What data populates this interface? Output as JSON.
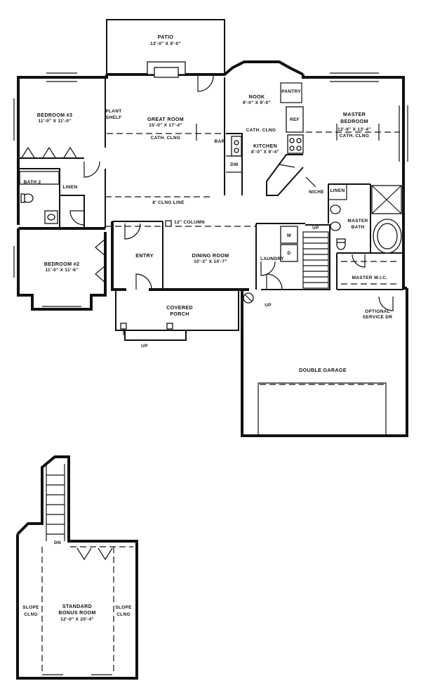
{
  "rooms": {
    "patio": {
      "name": "PATIO",
      "dims": "13'-0\" X 9'-0\""
    },
    "nook": {
      "name": "NOOK",
      "dims": "9'-0\" X 9'-0\""
    },
    "pantry": {
      "name": "PANTRY"
    },
    "great_room": {
      "name": "GREAT ROOM",
      "dims": "15'-0\" X 17'-4\"",
      "note": "CATH. CLNG"
    },
    "plant_shelf": {
      "line1": "PLANT",
      "line2": "SHELF"
    },
    "bedroom3": {
      "name": "BEDROOM #3",
      "dims": "11'-0\" X 11'-0\""
    },
    "master_bedroom": {
      "name": "MASTER",
      "name2": "BEDROOM",
      "dims": "12'-6\" X 13'-4\"",
      "note": "CATH. CLNG"
    },
    "kitchen": {
      "name": "KITCHEN",
      "dims": "8'-0\" X 9'-4\"",
      "note": "CATH. CLNG"
    },
    "ref": "REF",
    "bar": "BAR",
    "dw": "DW",
    "bath2": {
      "name": "BATH 2"
    },
    "linen": "LINEN",
    "linen2": "LINEN",
    "niche": "NICHE",
    "master_bath": {
      "line1": "MASTER",
      "line2": "BATH"
    },
    "ceiling_line": "8' CLNG LINE",
    "column": "12\" COLUMN",
    "bedroom2": {
      "name": "BEDROOM #2",
      "dims": "11'-0\" X 11'-6\""
    },
    "entry": {
      "name": "ENTRY"
    },
    "dining": {
      "name": "DINING ROOM",
      "dims": "10'-3\" X 10'-7\""
    },
    "laundry": {
      "name": "LAUNDRY"
    },
    "washer": "W",
    "dryer": "D",
    "master_wic": {
      "name": "MASTER W.I.C."
    },
    "covered_porch": {
      "line1": "COVERED",
      "line2": "PORCH"
    },
    "optional_service": {
      "line1": "OPTIONAL",
      "line2": "SERVICE DR"
    },
    "double_garage": {
      "name": "DOUBLE GARAGE"
    },
    "up1": "UP",
    "up2": "UP",
    "up3": "UP",
    "bonus": {
      "name1": "STANDARD",
      "name2": "BONUS ROOM",
      "dims": "12'-0\" X 20'-4\"",
      "dn": "DN"
    },
    "slope_left": {
      "line1": "SLOPE",
      "line2": "CLNG"
    },
    "slope_right": {
      "line1": "SLOPE",
      "line2": "CLNG"
    }
  }
}
